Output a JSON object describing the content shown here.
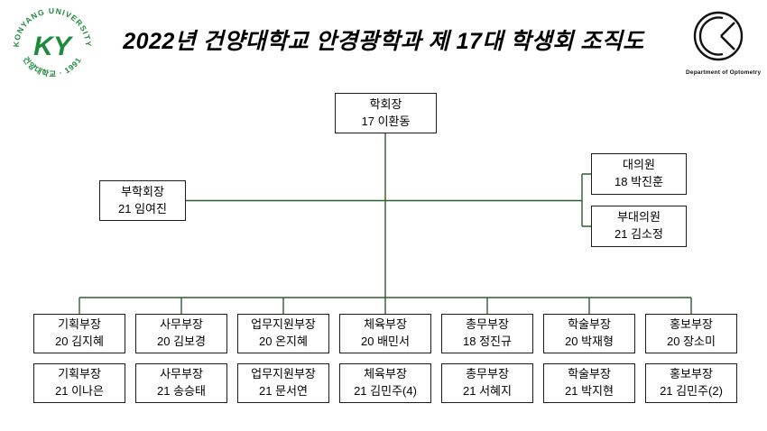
{
  "page": {
    "title": "2022년 건양대학교 안경광학과 제 17대 학생회 조직도"
  },
  "logos": {
    "university": {
      "initials": "KY",
      "arc_top": "KONYANG UNIVERSITY",
      "arc_bottom": "건양대학교 · 1991",
      "color": "#1e8a3c"
    },
    "department": {
      "caption": "Department of Optometry"
    }
  },
  "org": {
    "president": {
      "title": "학회장",
      "name": "17 이환동"
    },
    "vice_president": {
      "title": "부학회장",
      "name": "21 임여진"
    },
    "delegates": [
      {
        "title": "대의원",
        "name": "18 박진훈"
      },
      {
        "title": "부대의원",
        "name": "21 김소정"
      }
    ],
    "departments_row1": [
      {
        "title": "기획부장",
        "name": "20 김지혜"
      },
      {
        "title": "사무부장",
        "name": "20 김보경"
      },
      {
        "title": "업무지원부장",
        "name": "20 온지혜"
      },
      {
        "title": "체육부장",
        "name": "20 배민서"
      },
      {
        "title": "총무부장",
        "name": "18 정진규"
      },
      {
        "title": "학술부장",
        "name": "20 박재형"
      },
      {
        "title": "홍보부장",
        "name": "20 장소미"
      }
    ],
    "departments_row2": [
      {
        "title": "기획부장",
        "name": "21 이나은"
      },
      {
        "title": "사무부장",
        "name": "21 송승태"
      },
      {
        "title": "업무지원부장",
        "name": "21 문서연"
      },
      {
        "title": "체육부장",
        "name": "21 김민주(4)"
      },
      {
        "title": "총무부장",
        "name": "21 서혜지"
      },
      {
        "title": "학술부장",
        "name": "21 박지현"
      },
      {
        "title": "홍보부장",
        "name": "21 김민주(2)"
      }
    ]
  },
  "colors": {
    "connector_line": "#2f5d31",
    "box_border": "#1c1c1c",
    "logo_green": "#1e8a3c"
  }
}
